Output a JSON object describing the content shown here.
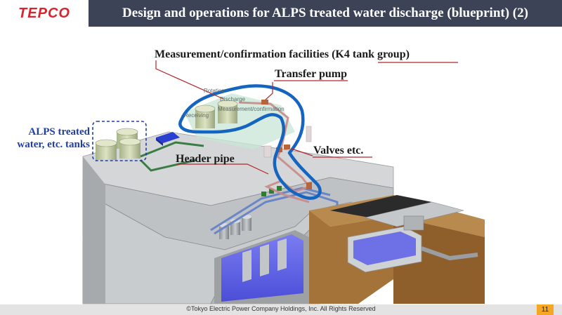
{
  "header": {
    "logo": "TEPCO",
    "title": "Design and operations for ALPS treated water discharge (blueprint) (2)"
  },
  "labels": {
    "measurement": "Measurement/confirmation facilities (K4 tank group)",
    "transfer_pump": "Transfer pump",
    "alps_line1": "ALPS treated",
    "alps_line2": "water, etc. tanks",
    "header_pipe": "Header pipe",
    "valves": "Valves etc.",
    "rotation": "Rotation",
    "discharge": "Discharge",
    "receiving": "Receiving",
    "measurement_confirmation": "Measurement/confirmation"
  },
  "footer": {
    "copyright": "©Tokyo Electric Power Company Holdings, Inc. All Rights Reserved",
    "page_number": "11"
  },
  "colors": {
    "title_bar": "#3c4357",
    "logo_red": "#d9232e",
    "callout_line": "#b3262b",
    "highlight_blue": "#1565c0",
    "alps_label_blue": "#1f3ea8"
  }
}
